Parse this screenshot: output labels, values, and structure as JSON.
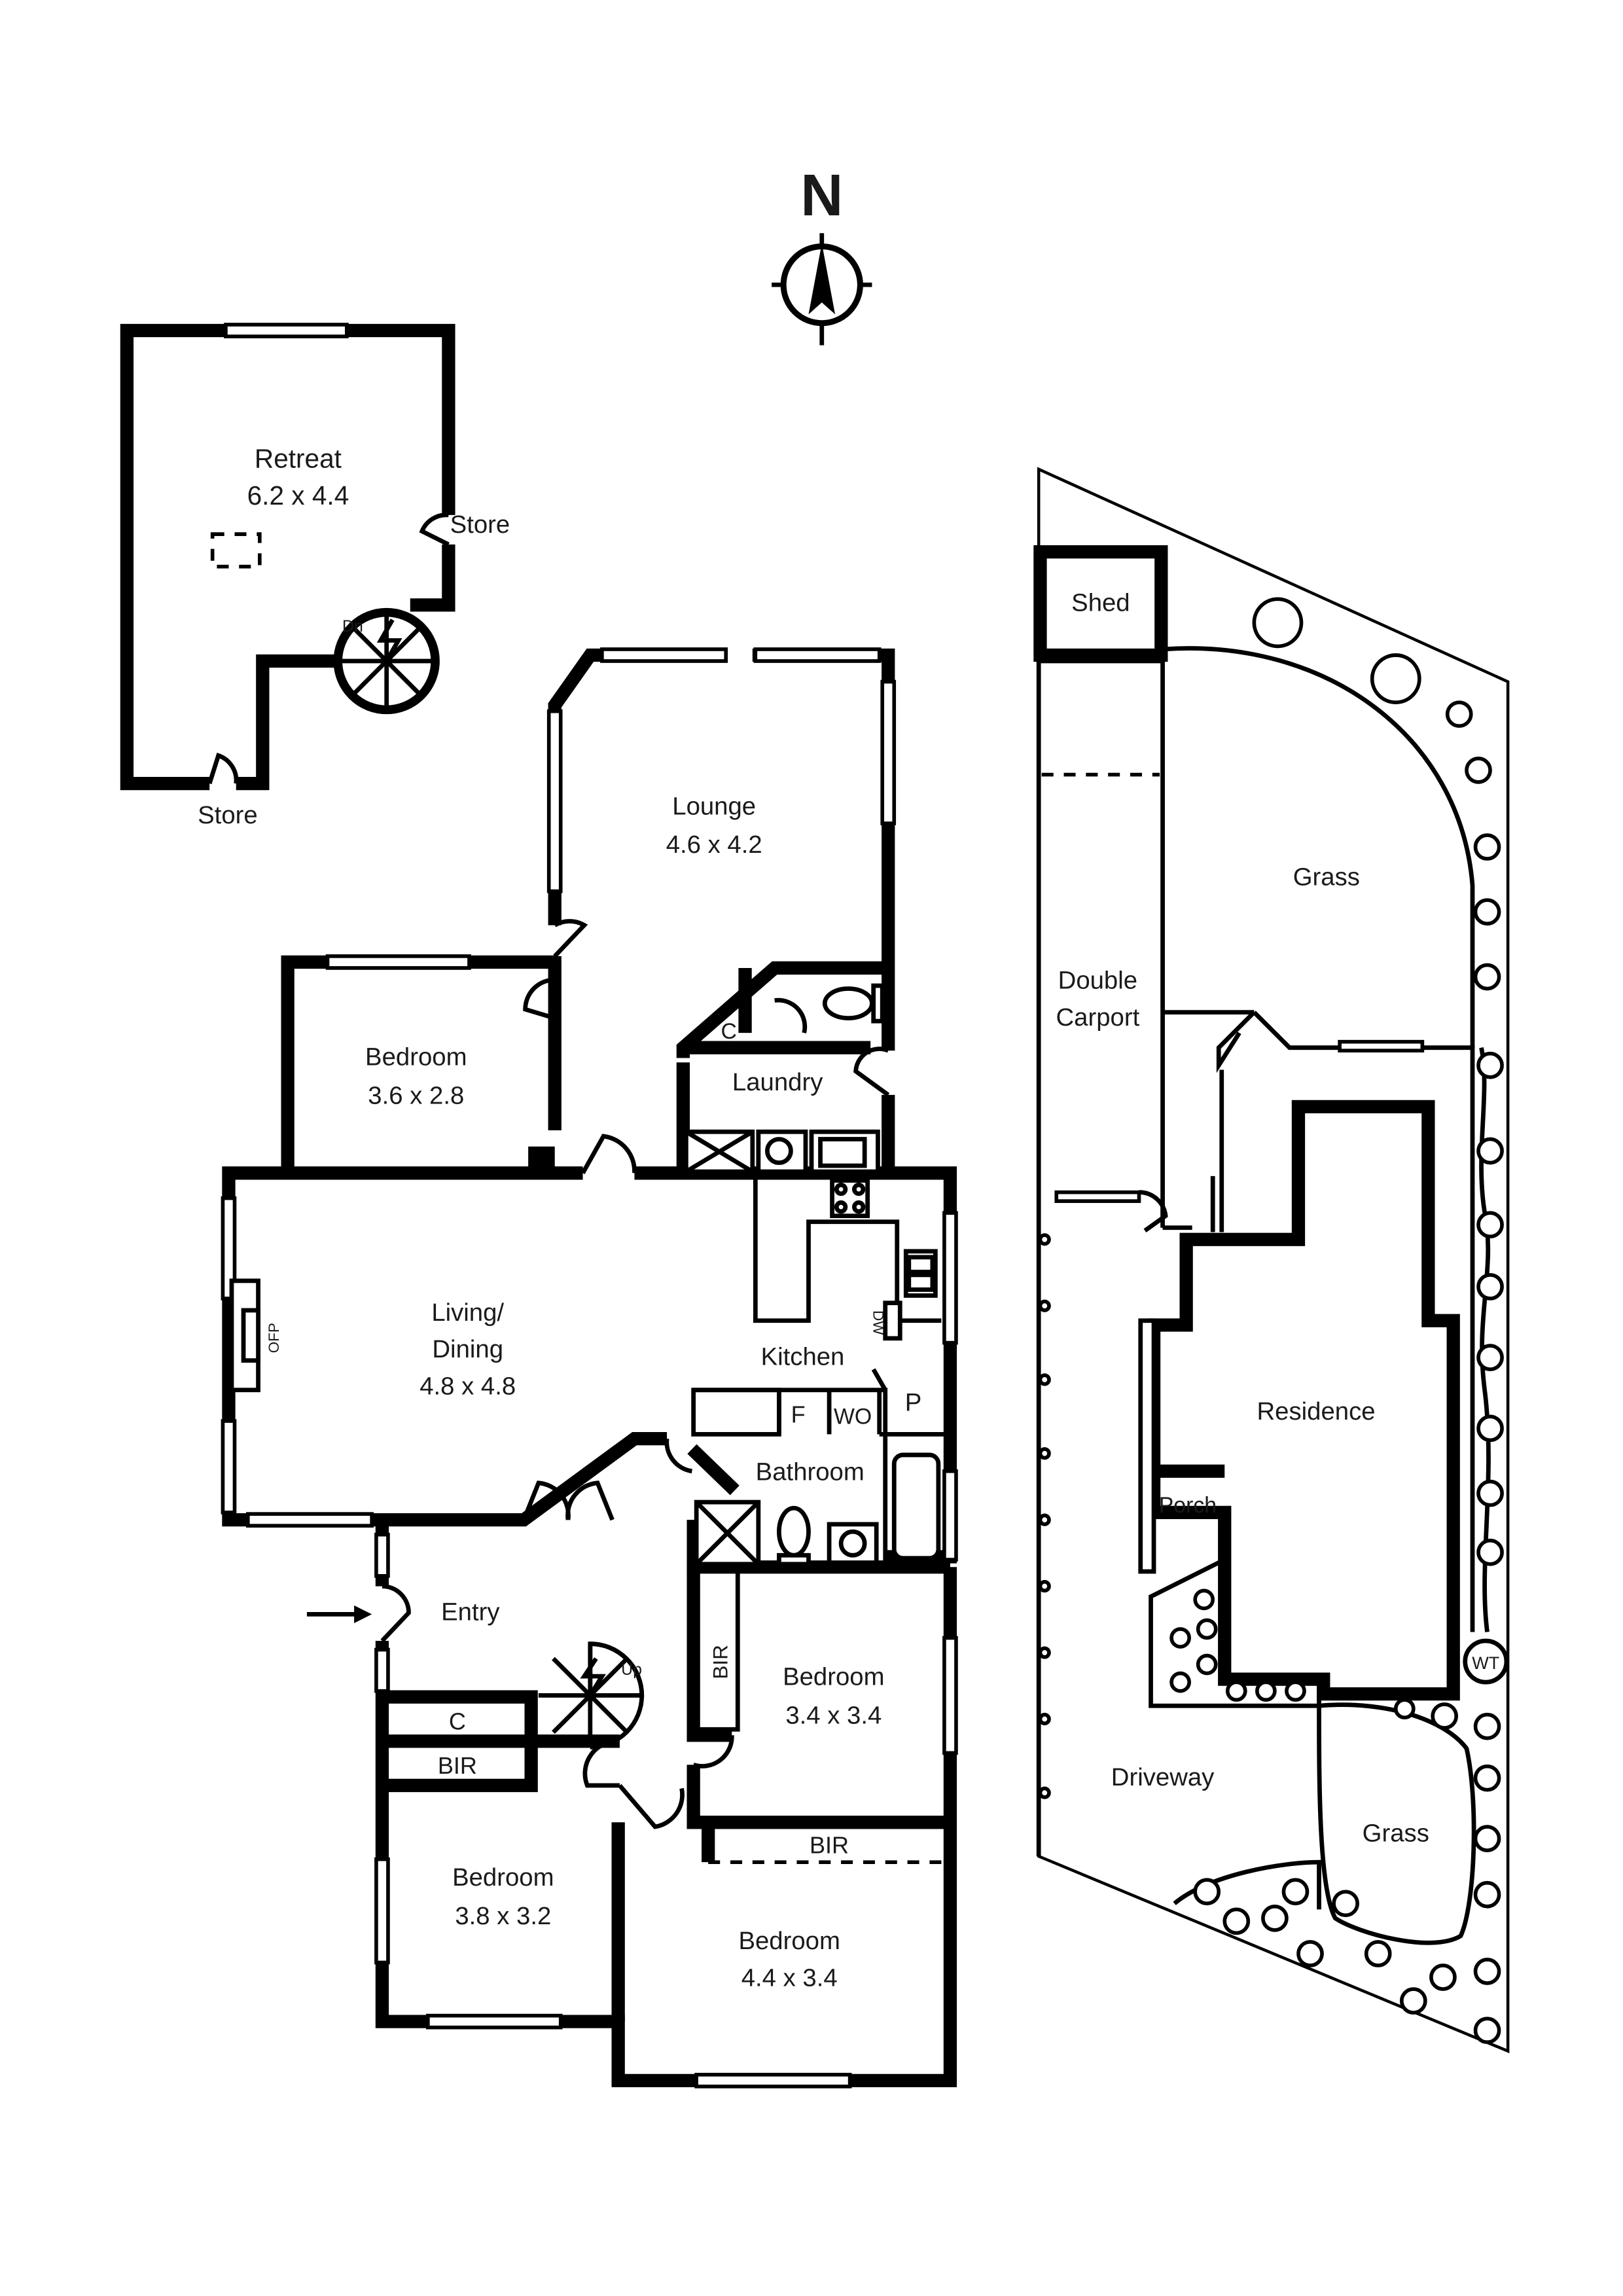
{
  "compass": {
    "letter": "N"
  },
  "retreat": {
    "name": "Retreat",
    "dims": "6.2 x 4.4",
    "store_right": "Store",
    "store_bottom": "Store",
    "stair_label": "Dn"
  },
  "rooms": {
    "lounge": {
      "name": "Lounge",
      "dims": "4.6 x 4.2"
    },
    "bedroom1": {
      "name": "Bedroom",
      "dims": "3.6 x 2.8"
    },
    "laundry": {
      "name": "Laundry",
      "cupboard": "C"
    },
    "living": {
      "name_line1": "Living/",
      "name_line2": "Dining",
      "dims": "4.8 x 4.8",
      "fireplace": "OFP"
    },
    "kitchen": {
      "name": "Kitchen",
      "dishwasher": "DW",
      "fridge": "F",
      "wall_oven": "WO",
      "pantry": "P"
    },
    "bathroom": {
      "name": "Bathroom"
    },
    "entry": {
      "name": "Entry",
      "stair_label": "Up"
    },
    "bedroom2": {
      "name": "Bedroom",
      "dims": "3.4 x 3.4",
      "robe": "BIR"
    },
    "closet": {
      "c_label": "C",
      "bir_label": "BIR"
    },
    "bedroom3": {
      "name": "Bedroom",
      "dims": "3.8 x 3.2"
    },
    "bedroom4": {
      "name": "Bedroom",
      "dims": "4.4 x 3.4",
      "robe": "BIR"
    }
  },
  "site": {
    "shed": "Shed",
    "carport_line1": "Double",
    "carport_line2": "Carport",
    "grass_top": "Grass",
    "residence": "Residence",
    "porch": "Porch",
    "water_tank": "WT",
    "driveway": "Driveway",
    "grass_bottom": "Grass"
  }
}
